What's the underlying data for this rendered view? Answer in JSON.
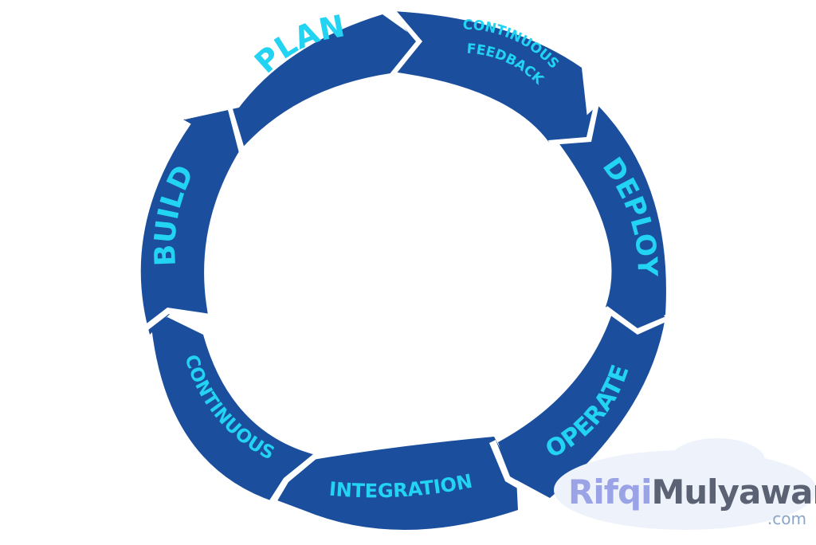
{
  "diagram": {
    "type": "cycle",
    "colors": {
      "segment": "#1b4f9e",
      "label": "#22d3f2",
      "background": "#ffffff"
    },
    "segments": [
      {
        "id": "plan",
        "label": "PLAN"
      },
      {
        "id": "continuous-feedback",
        "label_line1": "CONTINUOUS",
        "label_line2": "FEEDBACK"
      },
      {
        "id": "deploy",
        "label": "DEPLOY"
      },
      {
        "id": "operate",
        "label": "OPERATE"
      },
      {
        "id": "integration",
        "label": "INTEGRATION"
      },
      {
        "id": "continuous",
        "label": "CONTINUOUS"
      },
      {
        "id": "build",
        "label": "BUILD"
      }
    ]
  },
  "watermark": {
    "part1": "Rifqi",
    "part2": "Mulyawan",
    "domain": ".com",
    "colors": {
      "part1": "#9aa3e6",
      "part2": "#5a6273"
    }
  }
}
